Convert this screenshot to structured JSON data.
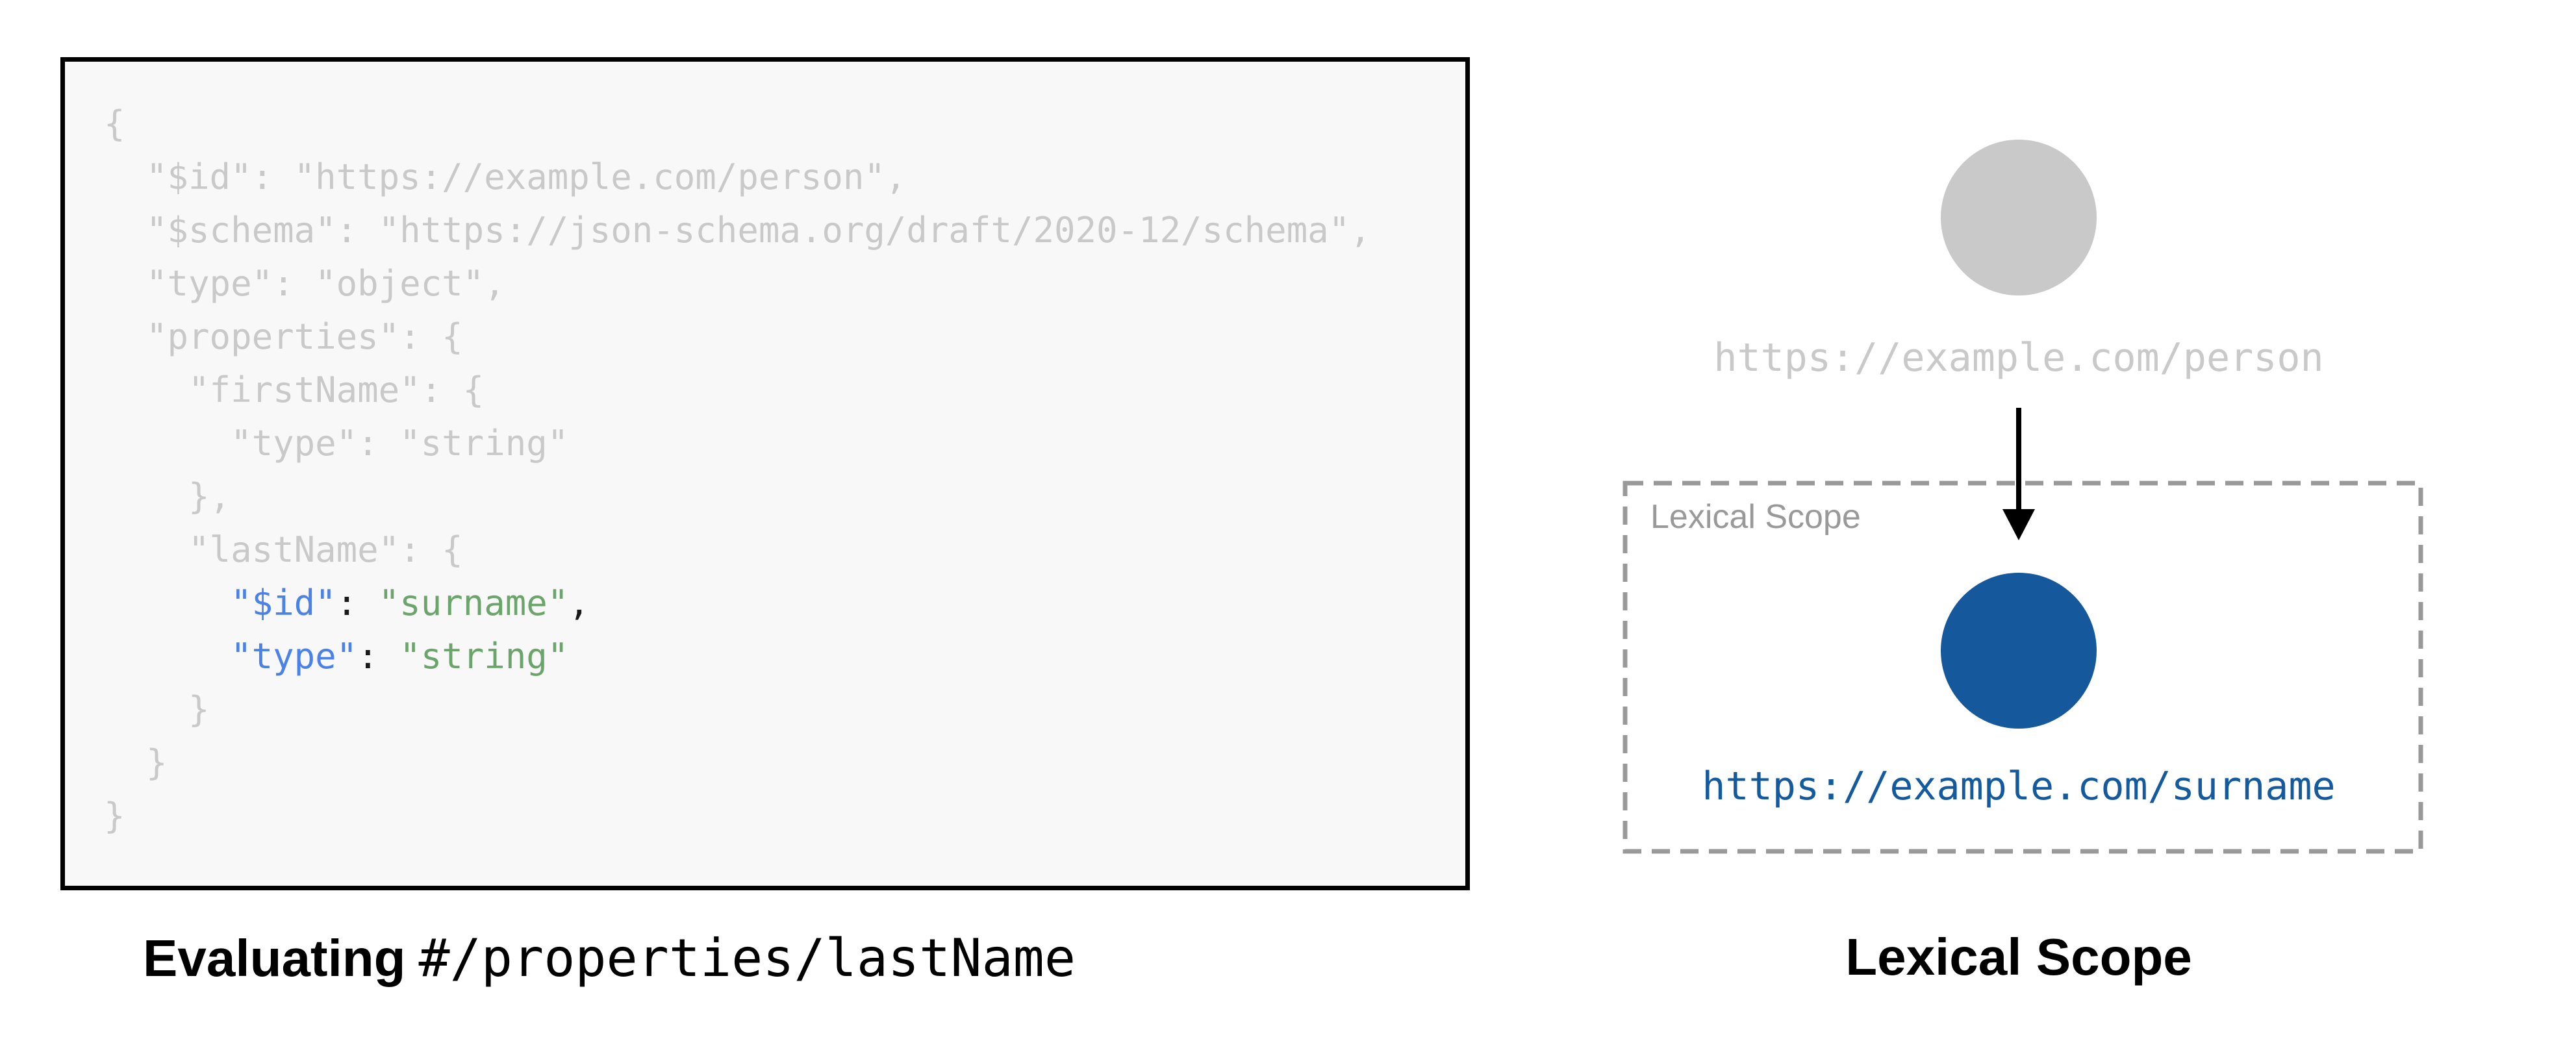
{
  "colors": {
    "key_blue": "#4a82e8",
    "string_green": "#6ba56b",
    "muted_code": "#c9c9c9",
    "codebox_bg": "#f8f8f8",
    "border_black": "#000000",
    "node_gray": "#c9c9c9",
    "node_blue": "#15599c",
    "uri_blue": "#145a9f",
    "dash_gray": "#999999"
  },
  "code": {
    "lines": [
      [
        {
          "t": "{",
          "c": "m"
        }
      ],
      [
        {
          "t": "  \"$id\": \"https://example.com/person\",",
          "c": "m"
        }
      ],
      [
        {
          "t": "  \"$schema\": \"https://json-schema.org/draft/2020-12/schema\",",
          "c": "m"
        }
      ],
      [
        {
          "t": "  \"type\": \"object\",",
          "c": "m"
        }
      ],
      [
        {
          "t": "  \"properties\": {",
          "c": "m"
        }
      ],
      [
        {
          "t": "    \"firstName\": {",
          "c": "m"
        }
      ],
      [
        {
          "t": "      \"type\": \"string\"",
          "c": "m"
        }
      ],
      [
        {
          "t": "    },",
          "c": "m"
        }
      ],
      [
        {
          "t": "    \"lastName\": {",
          "c": "m"
        }
      ],
      [
        {
          "t": "      ",
          "c": "m"
        },
        {
          "t": "\"$id\"",
          "c": "k"
        },
        {
          "t": ": ",
          "c": "p"
        },
        {
          "t": "\"surname\"",
          "c": "s"
        },
        {
          "t": ",",
          "c": "p"
        }
      ],
      [
        {
          "t": "      ",
          "c": "m"
        },
        {
          "t": "\"type\"",
          "c": "k"
        },
        {
          "t": ": ",
          "c": "p"
        },
        {
          "t": "\"string\"",
          "c": "s"
        }
      ],
      [
        {
          "t": "    }",
          "c": "m"
        }
      ],
      [
        {
          "t": "  }",
          "c": "m"
        }
      ],
      [
        {
          "t": "}",
          "c": "m"
        }
      ]
    ]
  },
  "captions": {
    "left_bold": "Evaluating",
    "left_pointer": "#/properties/lastName",
    "right": "Lexical Scope"
  },
  "diagram": {
    "root_uri": "https://example.com/person",
    "scope_label": "Lexical Scope",
    "child_uri": "https://example.com/surname"
  }
}
